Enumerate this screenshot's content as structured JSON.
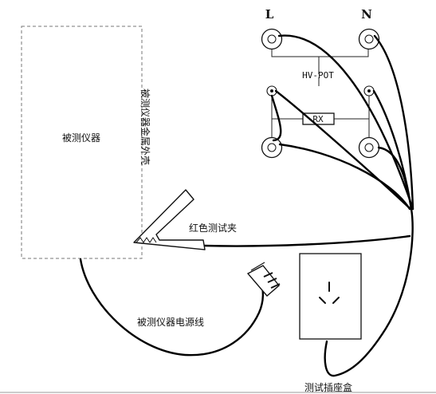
{
  "labels": {
    "terminal_l": "L",
    "terminal_n": "N",
    "hv_pot": "HV-POT",
    "rx": "RX",
    "device_under_test": "被测仪器",
    "metal_casing": "被测仪器金属外壳",
    "red_clip": "红色测试夹",
    "power_cord": "被测仪器电源线",
    "test_socket_box": "测试插座盒"
  }
}
